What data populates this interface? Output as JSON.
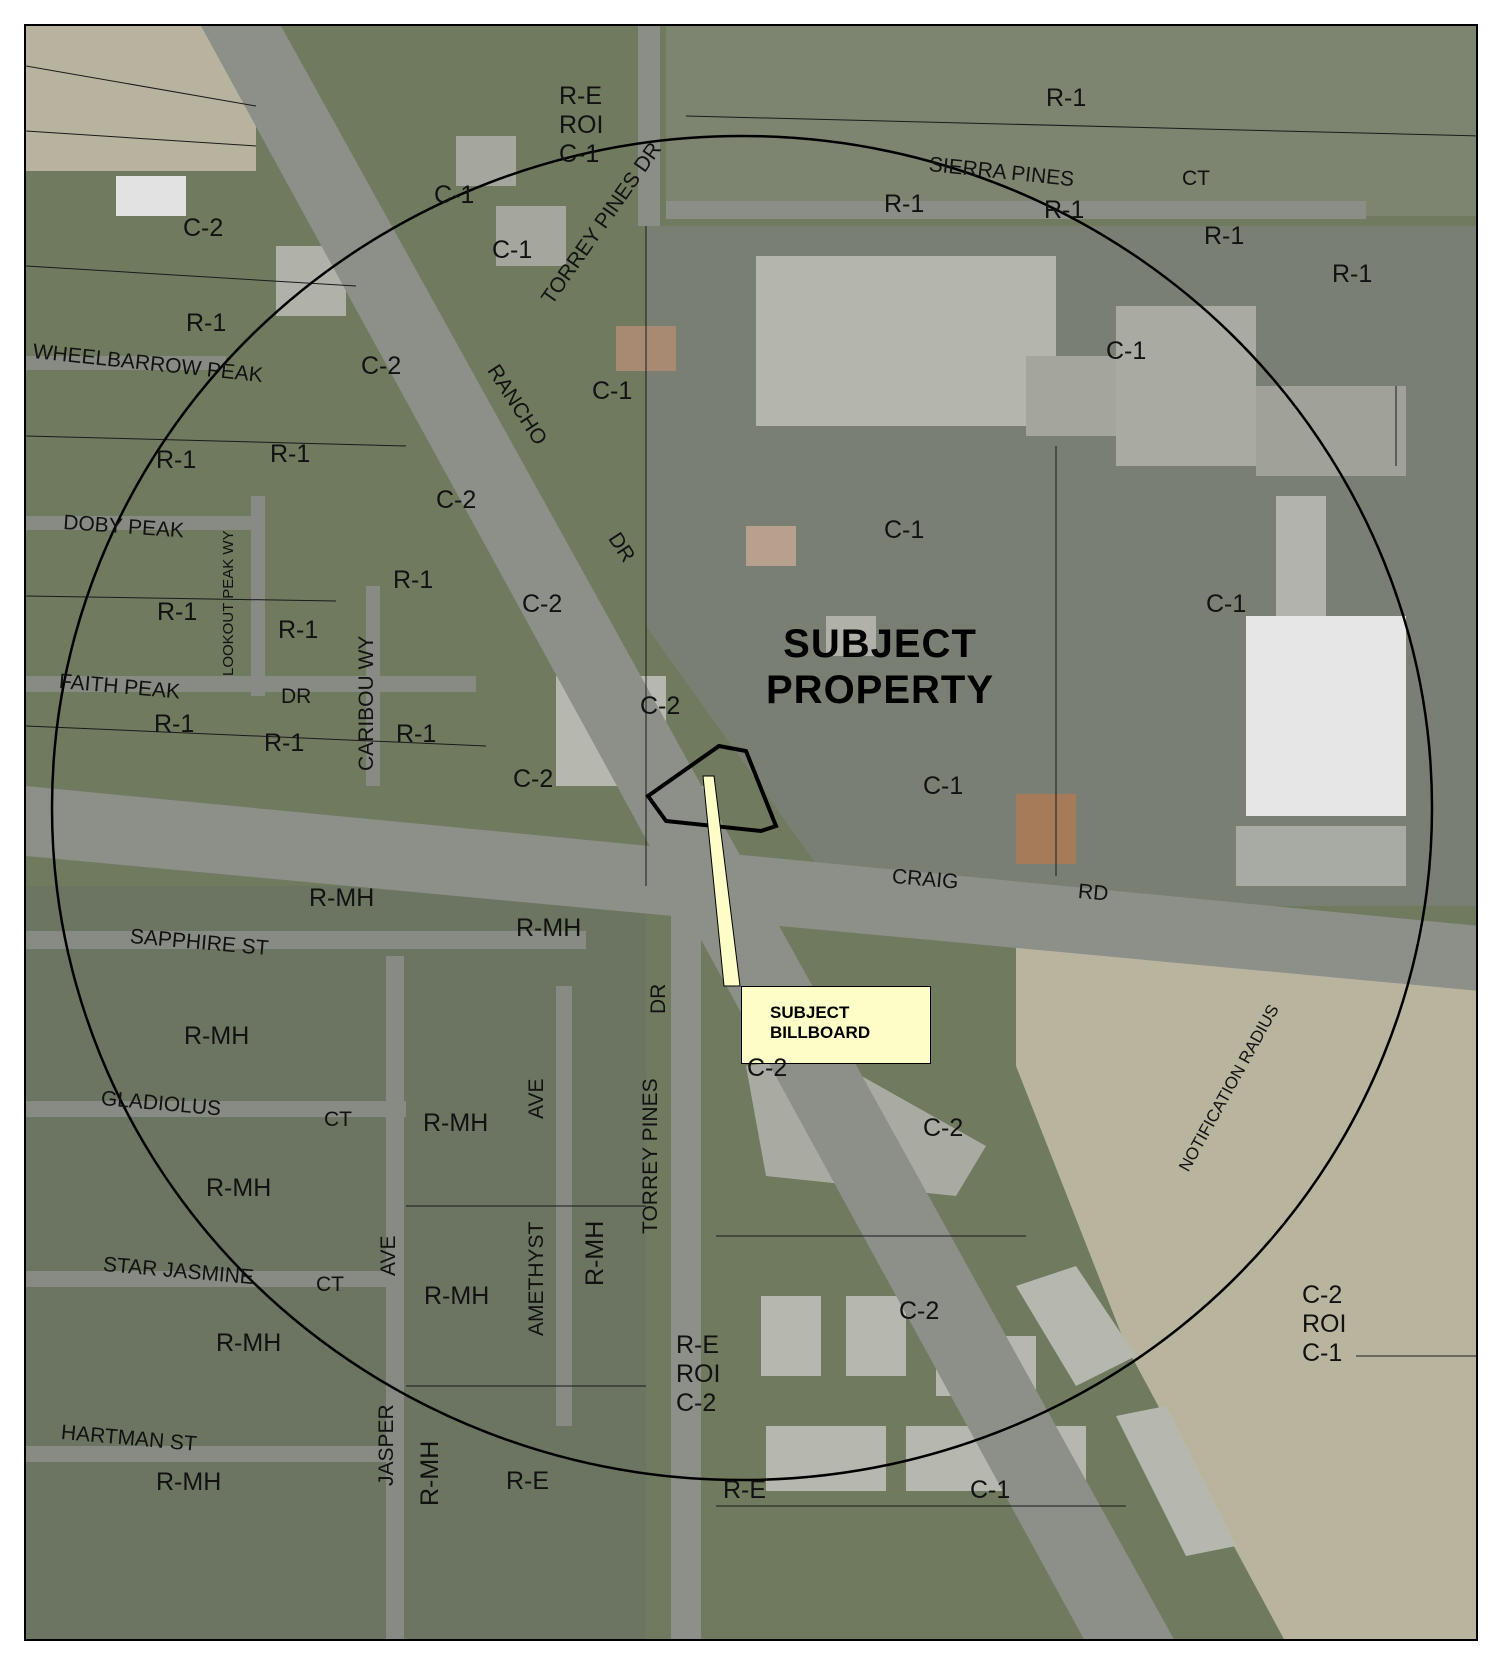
{
  "subject_property": "SUBJECT\nPROPERTY",
  "subject_billboard": "SUBJECT\nBILLBOARD",
  "notification_radius": "NOTIFICATION RADIUS",
  "zones": {
    "re_roi_c1": "R-E\nROI\nC-1",
    "r1_top": "R-1",
    "c1_north": "C-1",
    "c2_shops": "C-2",
    "c1_torrey": "C-1",
    "r1_sierra_a": "R-1",
    "r1_sierra_b": "R-1",
    "r1_sierra_c": "R-1",
    "r1_right": "R-1",
    "r1_wheel": "R-1",
    "c1_plaza": "C-1",
    "c2_rancho": "C-2",
    "c1_rancho": "C-1",
    "r1_peak_a": "R-1",
    "r1_peak_b": "R-1",
    "c2_mid": "C-2",
    "c1_center": "C-1",
    "r1_caribou": "R-1",
    "c2_dr": "C-2",
    "c1_market": "C-1",
    "r1_lookout": "R-1",
    "r1_lookout_b": "R-1",
    "c2_corner": "C-2",
    "r1_faith_a": "R-1",
    "r1_faith_b": "R-1",
    "r1_caribou_b": "R-1",
    "c2_craig": "C-2",
    "c1_south": "C-1",
    "rmh_north_a": "R-MH",
    "rmh_north_b": "R-MH",
    "rmh_sapphire": "R-MH",
    "c2_se": "C-2",
    "rmh_amethyst": "R-MH",
    "c2_east": "C-2",
    "rmh_gladiolus": "R-MH",
    "rmh_jasper": "R-MH",
    "rmh_torrey": "R-MH",
    "c2_shops_s": "C-2",
    "rmh_star": "R-MH",
    "c2_roi_c1": "C-2\nROI\nC-1",
    "re_roi_c2": "R-E\nROI\nC-2",
    "rmh_hartman": "R-MH",
    "rmh_jasper_b": "R-MH",
    "re_south_a": "R-E",
    "re_south_b": "R-E",
    "c1_far_south": "C-1"
  },
  "streets": {
    "torrey_pines_dr_n": "TORREY PINES DR",
    "sierra_pines": "SIERRA PINES",
    "ct_sierra": "CT",
    "wheelbarrow_peak": "WHEELBARROW PEAK",
    "rancho": "RANCHO",
    "dr_rancho": "DR",
    "doby_peak": "DOBY PEAK",
    "lookout_peak_wy": "LOOKOUT PEAK WY",
    "caribou_wy": "CARIBOU WY",
    "faith_peak": "FAITH PEAK",
    "dr_faith": "DR",
    "craig": "CRAIG",
    "rd_craig": "RD",
    "sapphire_st": "SAPPHIRE ST",
    "dr_torrey_s": "DR",
    "torrey_pines_s": "TORREY PINES",
    "ave_amethyst": "AVE",
    "amethyst": "AMETHYST",
    "gladiolus": "GLADIOLUS",
    "ct_gladiolus": "CT",
    "star_jasmine": "STAR JASMINE",
    "ct_star": "CT",
    "ave_jasper": "AVE",
    "jasper": "JASPER",
    "hartman_st": "HARTMAN ST"
  },
  "colors": {
    "ground": "#6f7a5f",
    "desert": "#b9b49e",
    "road": "#8c9089",
    "roof": "#bfc1b9",
    "callout_fill": "#fdfdc8"
  }
}
